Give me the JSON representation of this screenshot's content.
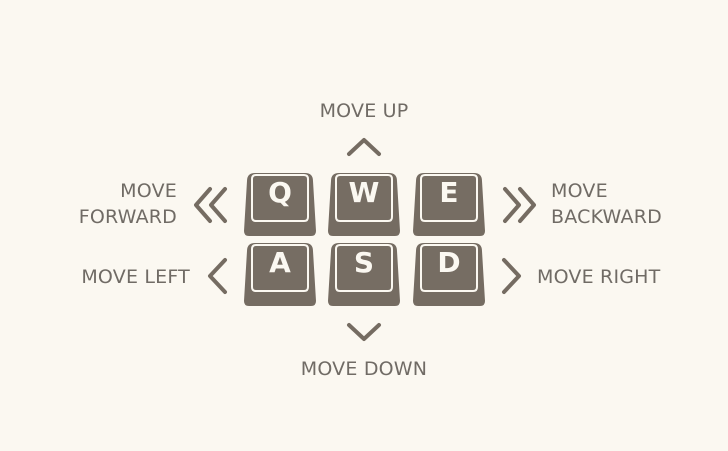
{
  "colors": {
    "background": "#fbf8f1",
    "key_body": "#756c62",
    "key_face": "#766d63",
    "key_outline": "#fbf8f1",
    "text": "#706b65",
    "arrow": "#756c62"
  },
  "keys": [
    {
      "letter": "Q",
      "icon": "key-q"
    },
    {
      "letter": "W",
      "icon": "key-w"
    },
    {
      "letter": "E",
      "icon": "key-e"
    },
    {
      "letter": "A",
      "icon": "key-a"
    },
    {
      "letter": "S",
      "icon": "key-s"
    },
    {
      "letter": "D",
      "icon": "key-d"
    }
  ],
  "labels": {
    "up": "MOVE UP",
    "down": "MOVE DOWN",
    "left": "MOVE LEFT",
    "right": "MOVE RIGHT",
    "forward": "MOVE\nFORWARD",
    "backward": "MOVE\nBACKWARD"
  },
  "icons": {
    "up": "chevron-up-icon",
    "down": "chevron-down-icon",
    "left": "chevron-left-icon",
    "right": "chevron-right-icon",
    "forward": "double-chevron-left-icon",
    "backward": "double-chevron-right-icon"
  }
}
